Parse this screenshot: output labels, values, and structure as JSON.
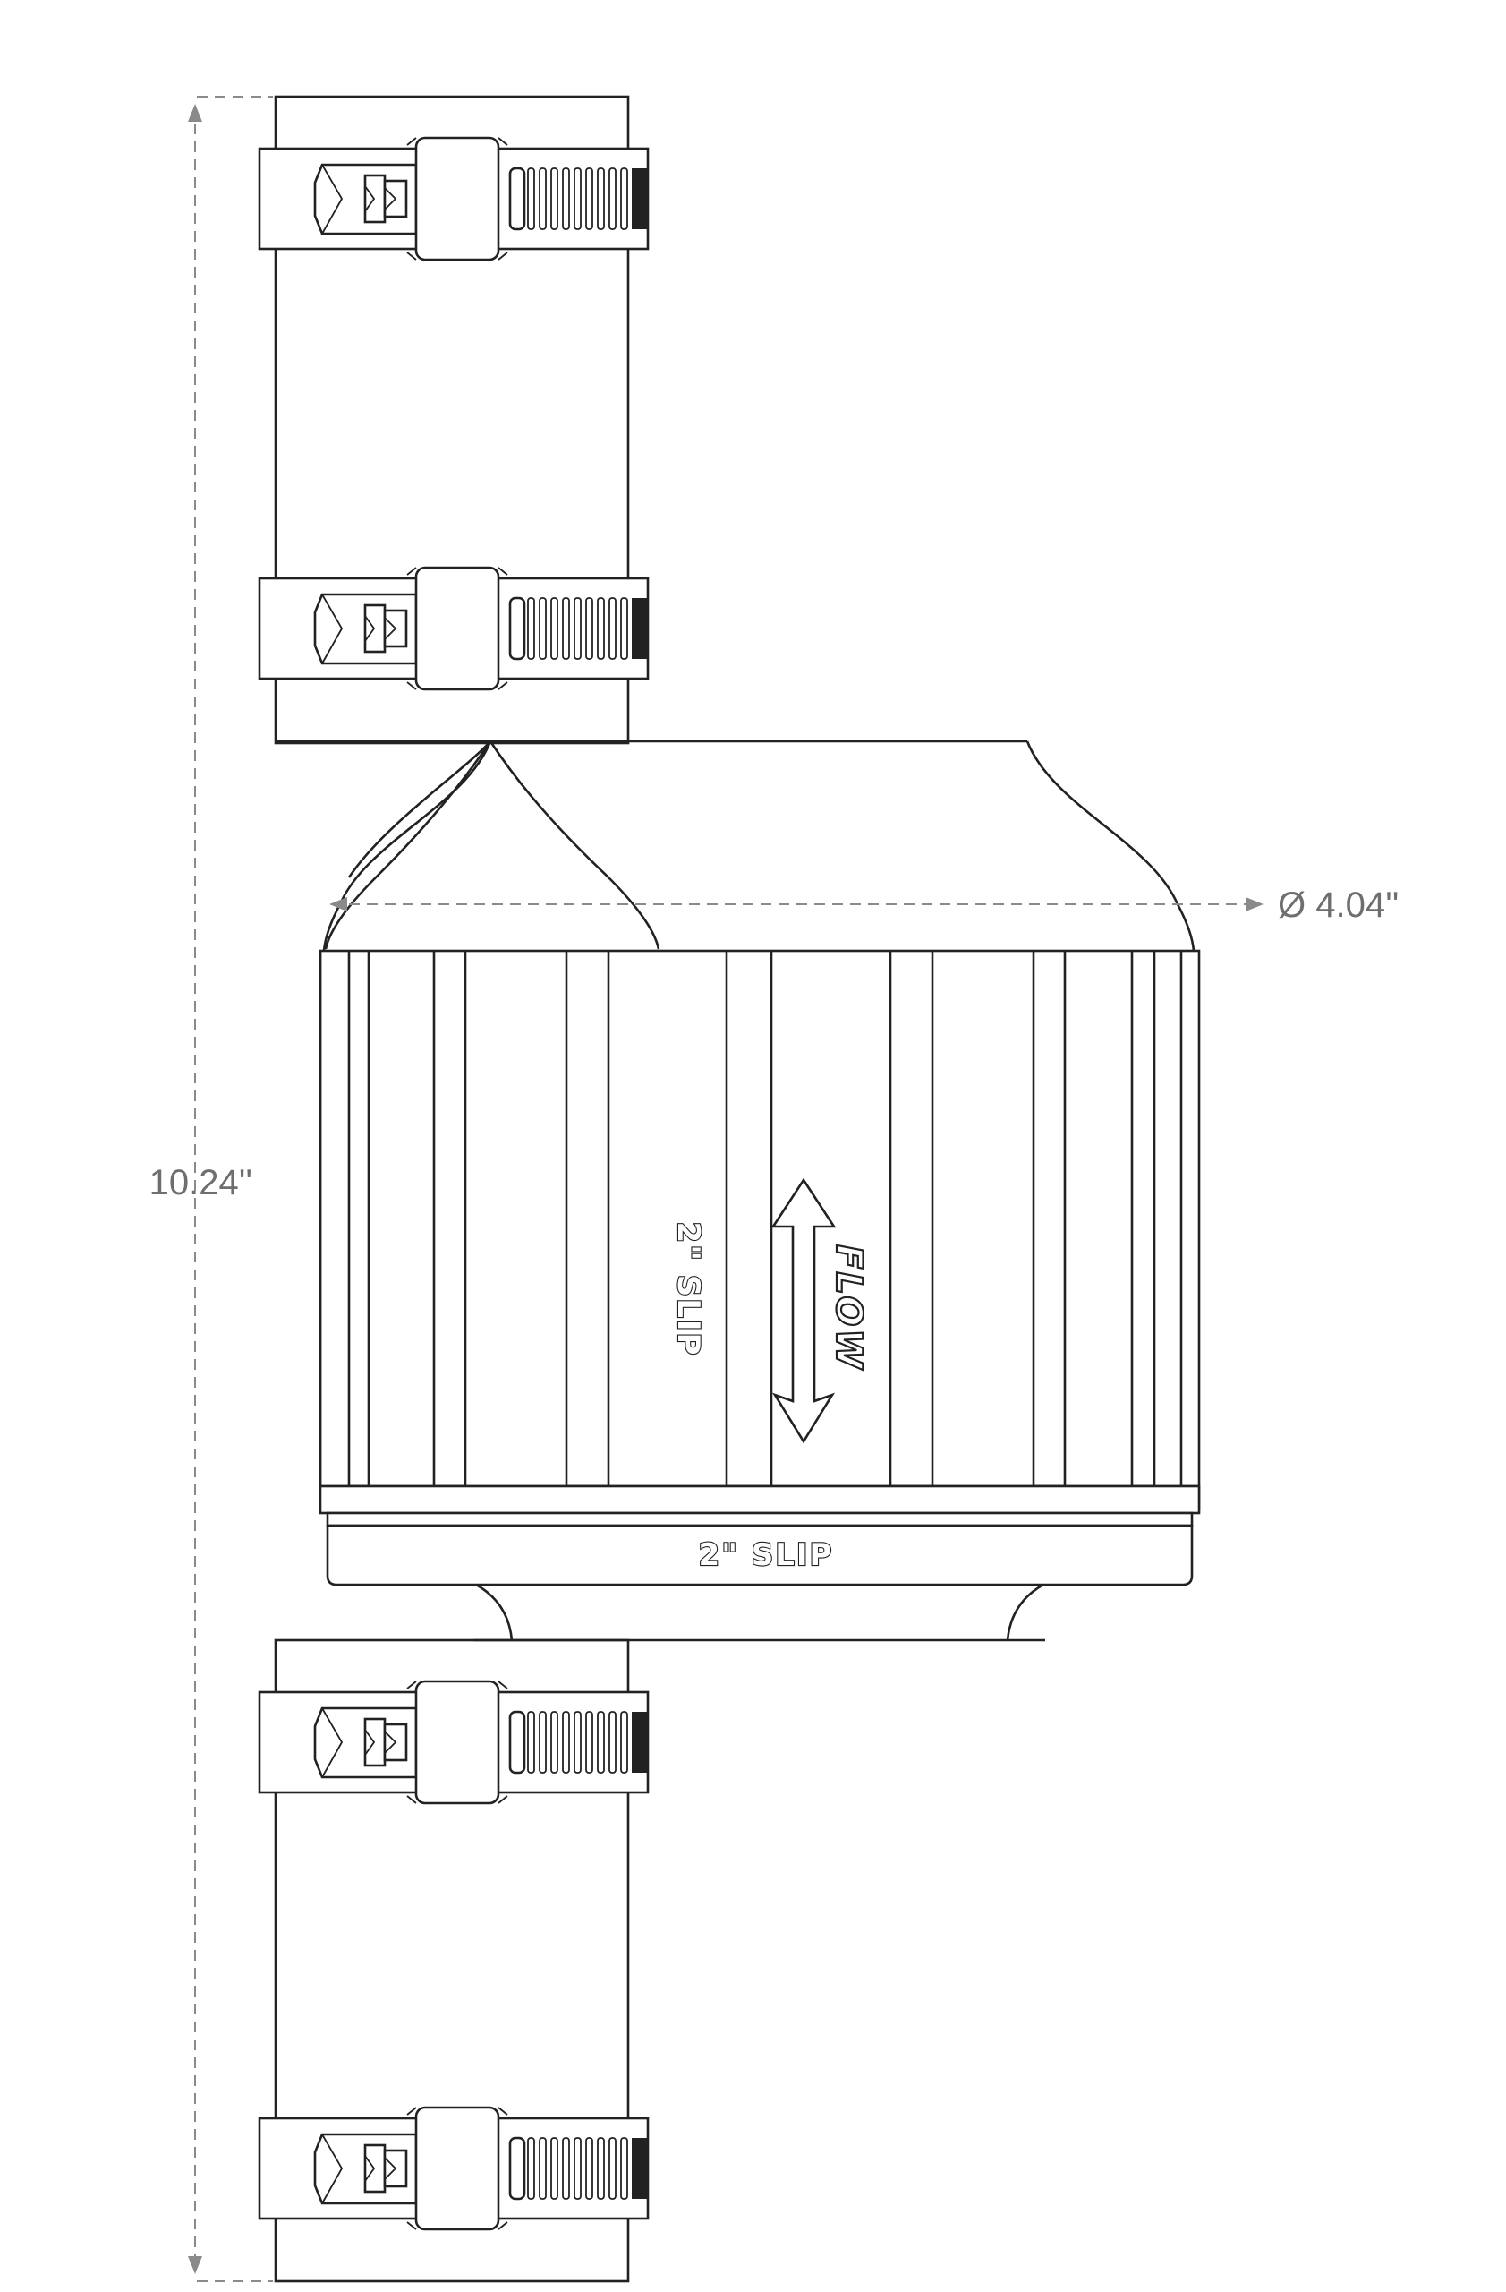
{
  "dimensions": {
    "height_label": "10.24''",
    "diameter_label": "Ø 4.04''"
  },
  "markings": {
    "side_label": "2\" SLIP",
    "collar_label": "2\" SLIP",
    "flow_label": "FLOW"
  },
  "colors": {
    "line": "#222222",
    "dimension": "#8a8a8a"
  }
}
